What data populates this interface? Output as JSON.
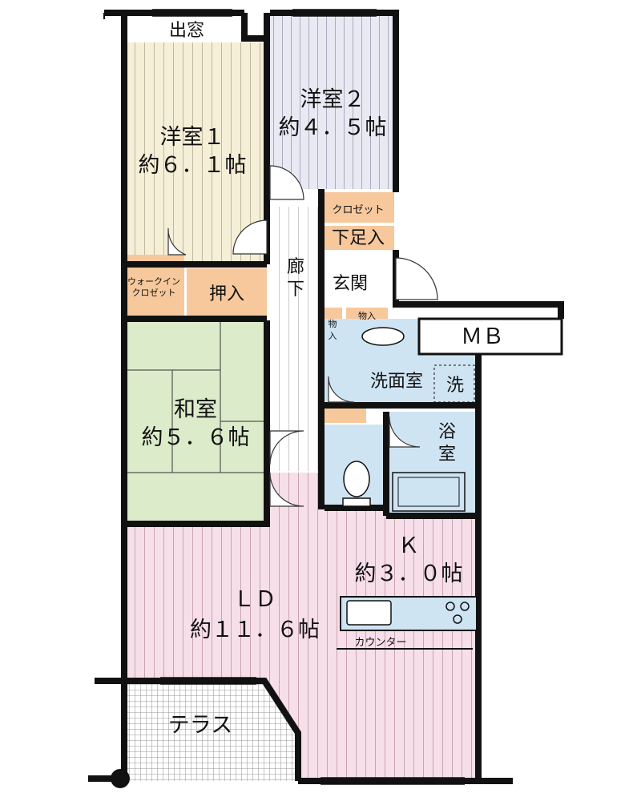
{
  "floorplan": {
    "rooms": {
      "bay_window": "出窓",
      "western_room_1": {
        "name": "洋室１",
        "size": "約６．１帖"
      },
      "western_room_2": {
        "name": "洋室２",
        "size": "約４．５帖"
      },
      "walk_in_closet": {
        "line1": "ウォークイン",
        "line2": "クロゼット"
      },
      "oshiire": "押入",
      "closet": "クロゼット",
      "shoe_cabinet": "下足入",
      "hallway": {
        "line1": "廊",
        "line2": "下"
      },
      "entrance": "玄関",
      "storage_top": "物入",
      "storage_side": {
        "line1": "物",
        "line2": "入"
      },
      "meter_box": "ＭＢ",
      "washroom": "洗面室",
      "washer": "洗",
      "bathroom": {
        "line1": "浴",
        "line2": "室"
      },
      "japanese_room": {
        "name": "和室",
        "size": "約５．６帖"
      },
      "kitchen": {
        "name": "Ｋ",
        "size": "約３．０帖"
      },
      "living_dining": {
        "name": "ＬＤ",
        "size": "約１１．６帖"
      },
      "counter": "カウンター",
      "terrace": "テラス"
    },
    "colors": {
      "western_room_1": "#f5efd8",
      "western_room_2": "#e9e9f4",
      "japanese_room": "#dcebc9",
      "living_dining": "#f7dfe9",
      "wet_area": "#cfe4f3",
      "storage": "#f6c89c",
      "hallway": "#ffffff"
    }
  }
}
